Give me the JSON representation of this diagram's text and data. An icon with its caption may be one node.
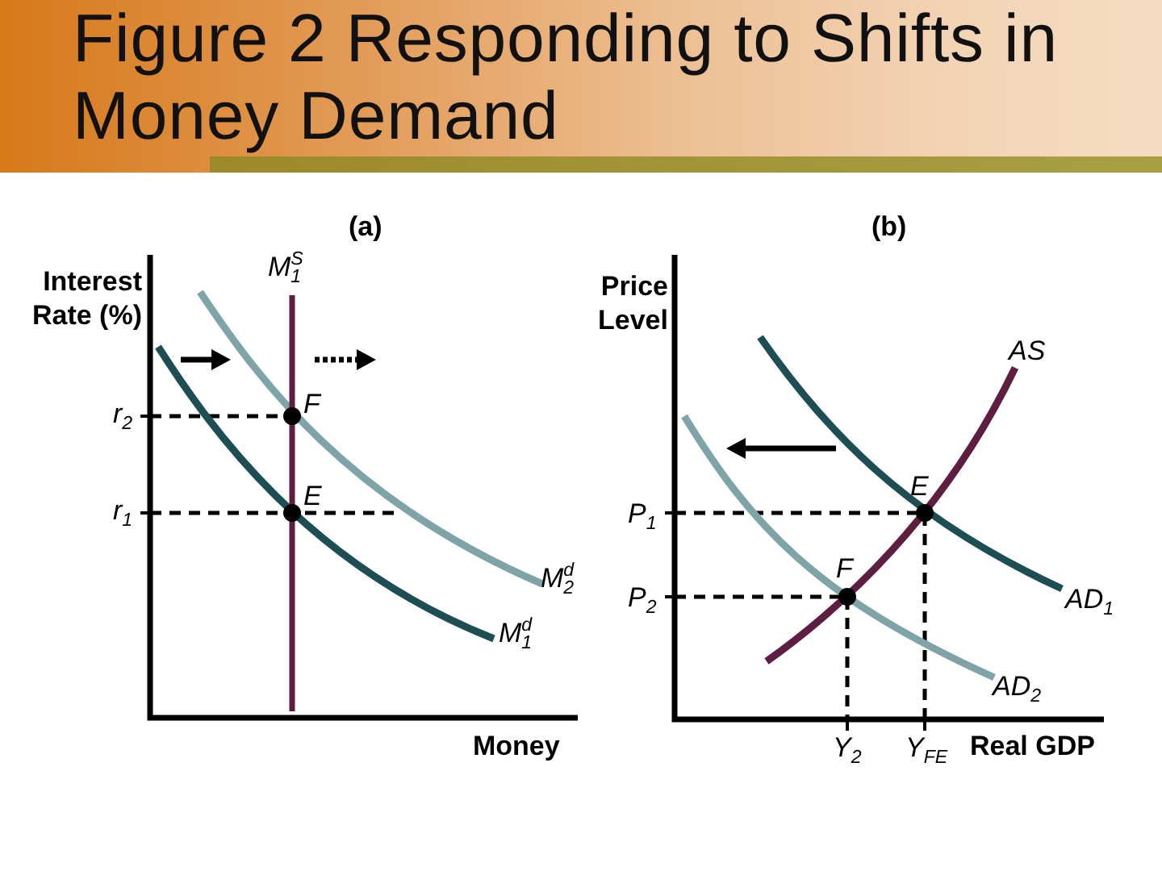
{
  "diagram": {
    "title": "Figure 2 Responding to Shifts in Money Demand",
    "labels": [
      "(a)",
      "(b)",
      "Interest Rate (%)",
      "M$_{1}$$^{S}$",
      "F",
      "E",
      "r$_{2}$",
      "r$_{1}$",
      "M$_{2}$$^{d}$",
      "M$_{1}$$^{d}$",
      "Money",
      "Price Level",
      "AS",
      "E",
      "P$_{1}$",
      "F",
      "P$_{2}$",
      "AD$_{1}$",
      "AD$_{2}$",
      "Y$_{2}$",
      "Y$_{FE}$",
      "Real GDP"
    ]
  }
}
